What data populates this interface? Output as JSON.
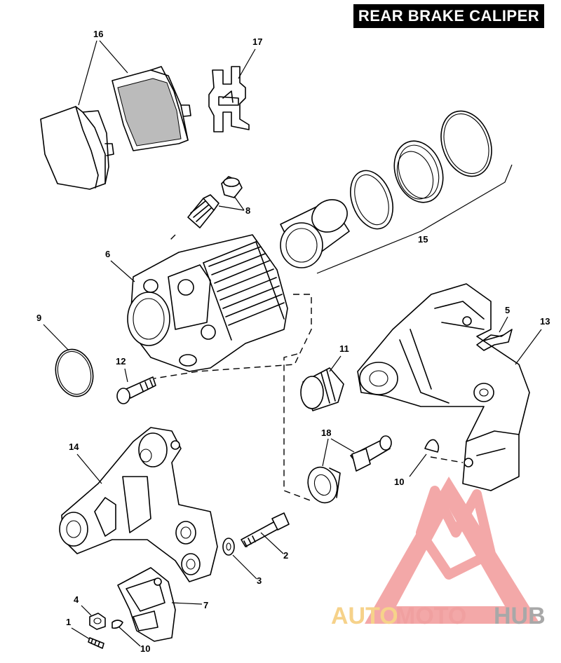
{
  "title": "REAR BRAKE CALIPER",
  "callouts": {
    "c1": "1",
    "c2": "2",
    "c3": "3",
    "c4": "4",
    "c5": "5",
    "c6": "6",
    "c7": "7",
    "c8": "8",
    "c9": "9",
    "c10a": "10",
    "c10b": "10",
    "c11": "11",
    "c12": "12",
    "c13": "13",
    "c14": "14",
    "c15": "15",
    "c16": "16",
    "c17": "17",
    "c18": "18"
  },
  "watermark": {
    "part1": "AUTO",
    "part2": "MOTO",
    "part3": "HUB",
    "colors": {
      "auto": "#f6d28a",
      "moto": "#f0a0a0",
      "hub": "#a8a8a8",
      "logo": "#f29a9a"
    }
  }
}
